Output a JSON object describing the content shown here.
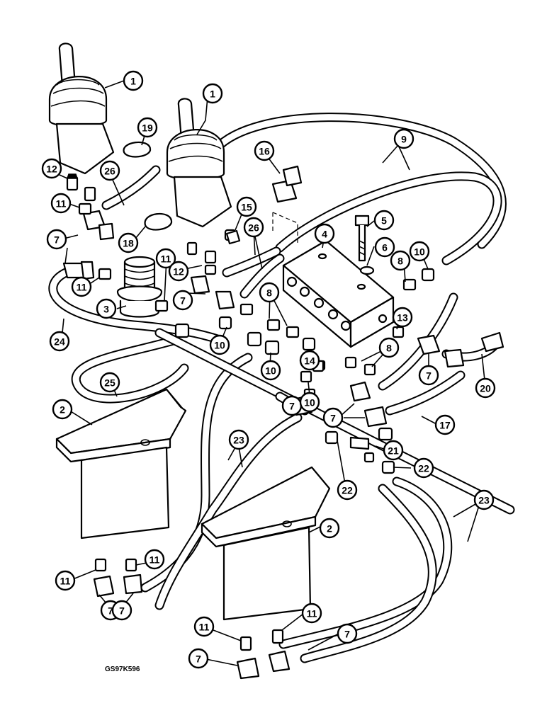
{
  "drawing_code": "GS97K596",
  "callouts": [
    "1",
    "1",
    "2",
    "2",
    "3",
    "4",
    "5",
    "6",
    "7",
    "7",
    "7",
    "7",
    "7",
    "7",
    "7",
    "7",
    "7",
    "8",
    "8",
    "8",
    "9",
    "10",
    "10",
    "10",
    "10",
    "11",
    "11",
    "11",
    "11",
    "11",
    "11",
    "11",
    "12",
    "12",
    "13",
    "14",
    "15",
    "16",
    "17",
    "18",
    "19",
    "20",
    "21",
    "22",
    "22",
    "23",
    "23",
    "24",
    "25",
    "26",
    "26"
  ]
}
